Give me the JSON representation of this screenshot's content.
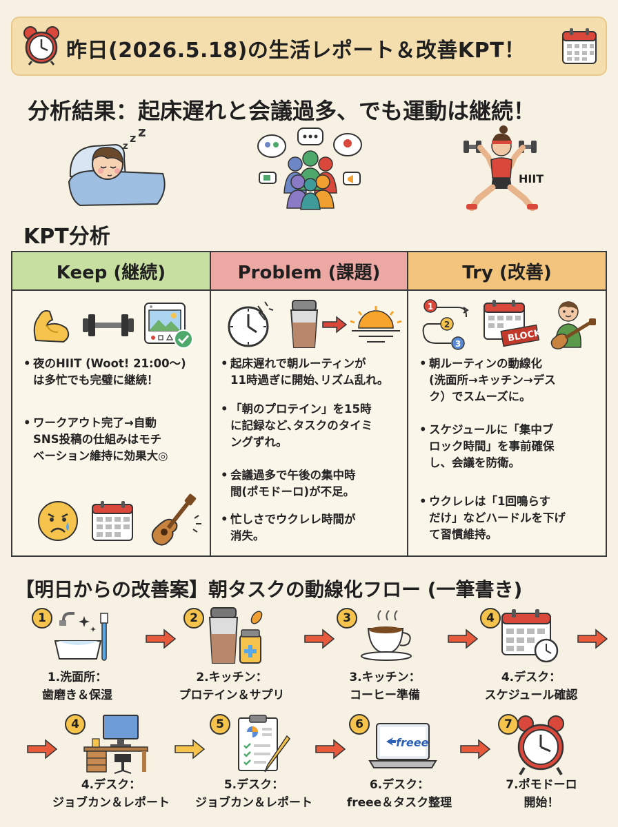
{
  "header": {
    "title": "昨日(2026.5.18)の生活レポート＆改善KPT！",
    "subtitle": "分析結果：起床遅れと会議過多、でも運動は継続！"
  },
  "illustrations": {
    "hiit_label": "HIIT",
    "block_label": "BLOCK",
    "freee_label": "freee"
  },
  "kpt": {
    "section_title": "KPT分析",
    "keep": {
      "header": "Keep (継続)",
      "items": [
        "夜のHIIT (Woot! 21:00〜)\nは多忙でも完璧に継続！",
        "ワークアウト完了→自動\nSNS投稿の仕組みはモチ\nベーション維持に効果大◎"
      ]
    },
    "problem": {
      "header": "Problem (課題)",
      "items": [
        "起床遅れで朝ルーティンが\n11時過ぎに開始､リズム乱れ。",
        "「朝のプロテイン」を15時\nに記録など､タスクのタイミ\nングずれ。",
        "会議過多で午後の集中時\n間(ポモドーロ)が不足。",
        "忙しさでウクレレ時間が\n消失。"
      ]
    },
    "try": {
      "header": "Try (改善)",
      "items": [
        "朝ルーティンの動線化\n(洗面所→キッチン→デス\nク）でスムーズに。",
        "スケジュールに「集中ブ\nロック時間」を事前確保\nし、会議を防衛。",
        "ウクレレは「1回鳴らす\nだけ」などハードルを下げ\nて習慣維持。"
      ]
    }
  },
  "flow": {
    "title": "【明日からの改善案】朝タスクの動線化フロー (一筆書き)",
    "steps": [
      {
        "num": "1",
        "label": "1.洗面所：\n歯磨き＆保湿",
        "icon": "sink-icon"
      },
      {
        "num": "2",
        "label": "2.キッチン：\nプロテイン＆サプリ",
        "icon": "protein-icon"
      },
      {
        "num": "3",
        "label": "3.キッチン：\nコーヒー準備",
        "icon": "coffee-icon"
      },
      {
        "num": "4",
        "label": "4.デスク：\nスケジュール確認",
        "icon": "calendar-clock-icon"
      },
      {
        "num": "4",
        "label": "4.デスク：\nジョブカン＆レポート",
        "icon": "desk-icon"
      },
      {
        "num": "5",
        "label": "5.デスク：\nジョブカン＆レポート",
        "icon": "report-icon"
      },
      {
        "num": "6",
        "label": "6.デスク：\nfreee＆タスク整理",
        "icon": "laptop-icon"
      },
      {
        "num": "7",
        "label": "7.ポモドーロ\n開始！",
        "icon": "alarm-clock-icon"
      }
    ]
  }
}
